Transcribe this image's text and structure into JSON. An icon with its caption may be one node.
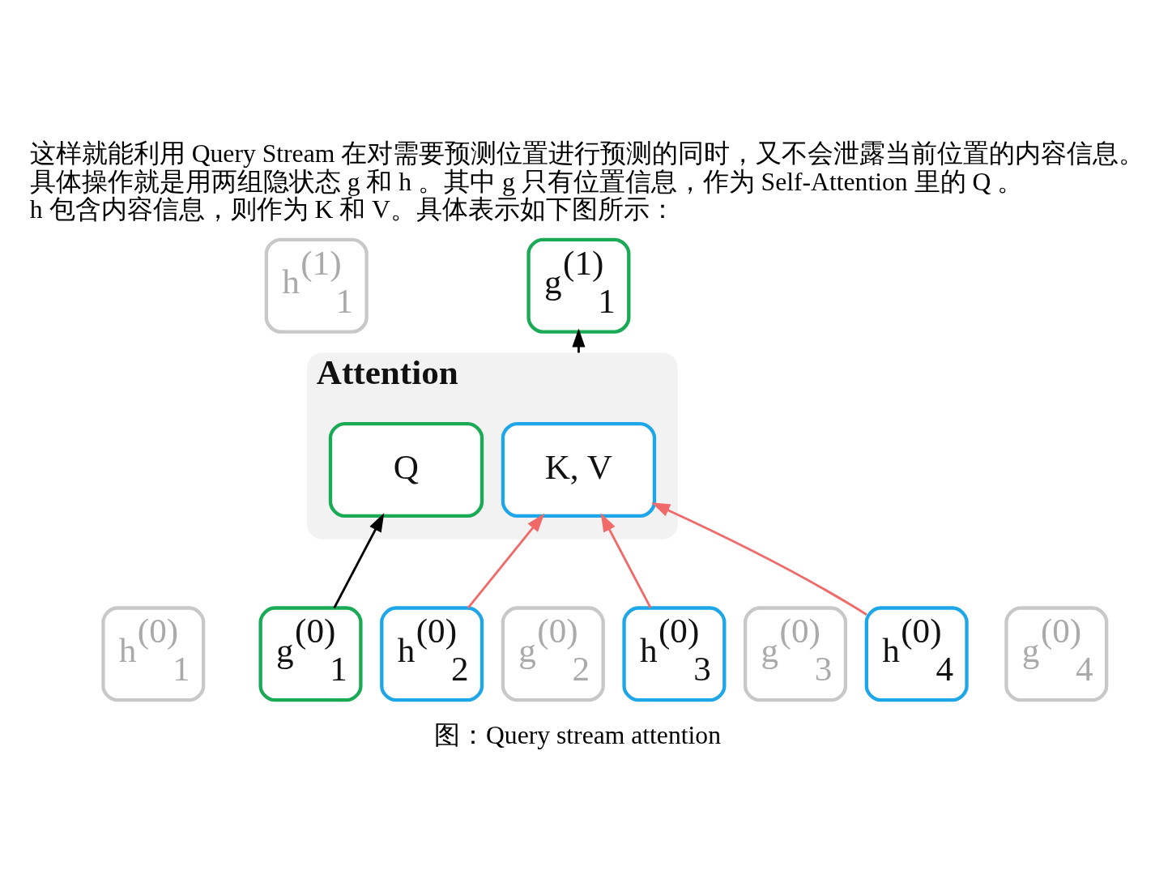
{
  "diagram": {
    "caption": "图：Query stream attention",
    "nodes": [
      {
        "text": [
          "h$^{(1)}$$_{1}$"
        ]
      },
      {
        "text": [
          "g$^{(1)}$$_{1}$"
        ]
      },
      {
        "text": [
          "Attention"
        ]
      },
      {
        "text": [
          "Q"
        ],
        "in": 2
      },
      {
        "text": [
          "K, V"
        ],
        "in": 2
      },
      {
        "text": [
          "h$^{(0)}$$_{1}$"
        ]
      },
      {
        "text": [
          "g$^{(0)}$$_{1}$"
        ]
      },
      {
        "text": [
          "h$^{(0)}$$_{2}$"
        ]
      },
      {
        "text": [
          "g$^{(0)}$$_{2}$"
        ]
      },
      {
        "text": [
          "h$^{(0)}$$_{3}$"
        ]
      },
      {
        "text": [
          "g$^{(0)}$$_{3}$"
        ]
      },
      {
        "text": [
          "h$^{(0)}$$_{4}$"
        ]
      },
      {
        "text": [
          "g$^{(0)}$$_{4}$"
        ]
      }
    ],
    "edges": [
      {
        "from": 2,
        "to": 1,
        "arrow": "to",
        "color": "#000000"
      },
      {
        "from": 6,
        "to": 3,
        "arrow": "to",
        "color": "#000000"
      },
      {
        "from": 7,
        "to": 4,
        "arrow": "to",
        "color": "#f06a6a"
      },
      {
        "from": 9,
        "to": 4,
        "arrow": "to",
        "color": "#f06a6a"
      },
      {
        "from": 11,
        "to": 4,
        "arrow": "to",
        "color": "#f06a6a"
      }
    ],
    "labels": [
      "这样就能利用 Query Stream 在对需要预测位置进行预测的同时，又不会泄露当前位置的内容信息。具体操作就是用两组隐状态 g 和 h 。其中 g 只有位置信息，作为 Self-Attention 里的 Q 。 h 包含内容信息，则作为 K 和 V。具体表示如下图所示："
    ]
  }
}
